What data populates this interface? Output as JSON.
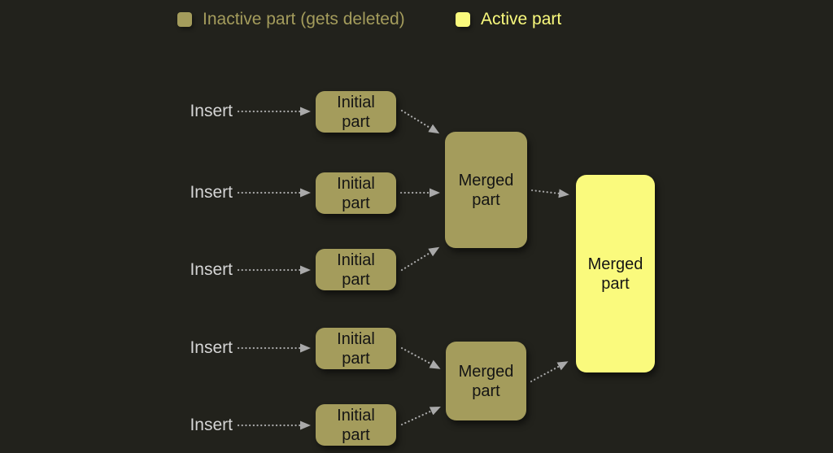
{
  "legend": {
    "inactive_label": "Inactive part (gets deleted)",
    "active_label": "Active part"
  },
  "labels": {
    "insert": "Insert",
    "initial_part": "Initial part",
    "merged_part": "Merged part"
  },
  "colors": {
    "background": "#22221c",
    "inactive_part": "#a49c5c",
    "active_part": "#fafa7d",
    "box_text": "#141414",
    "insert_text": "#d5d5d5",
    "arrow": "#a9a9a9"
  },
  "structure": {
    "insert_rows": 5,
    "initial_parts_merging_into_top_merged_part": 3,
    "initial_parts_merging_into_bottom_merged_part": 2,
    "final_active_part": "Merged part"
  }
}
